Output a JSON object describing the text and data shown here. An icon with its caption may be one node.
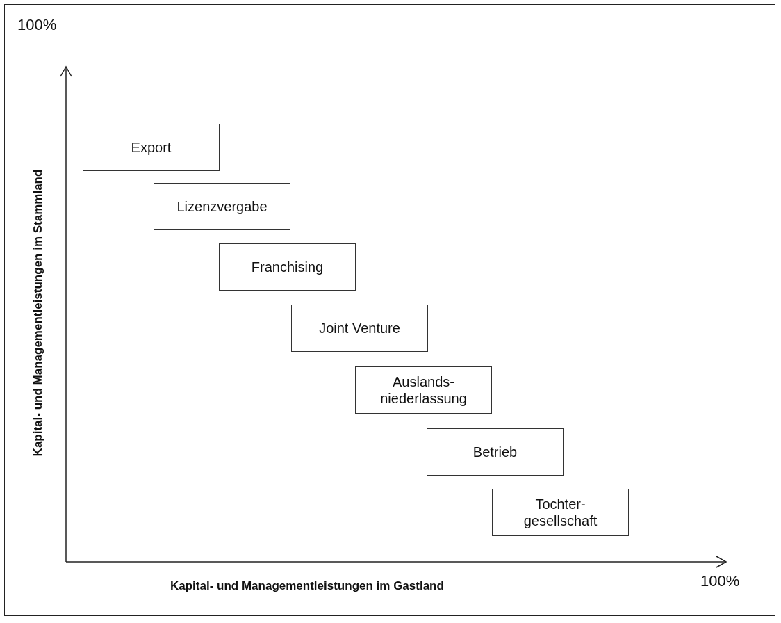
{
  "diagram": {
    "nodes": [
      {
        "text": [
          "Export"
        ]
      },
      {
        "text": [
          "Lizenzvergabe"
        ]
      },
      {
        "text": [
          "Franchising"
        ]
      },
      {
        "text": [
          "Joint Venture"
        ]
      },
      {
        "text": [
          "Auslands- niederlassung"
        ]
      },
      {
        "text": [
          "Betrieb"
        ]
      },
      {
        "text": [
          "Tochter- gesellschaft"
        ]
      }
    ],
    "edges": [],
    "labels": [
      "100%",
      "Kapital- und Managementleistungen im Stammland",
      "Kapital- und Managementleistungen im Gastland",
      "100%"
    ]
  }
}
